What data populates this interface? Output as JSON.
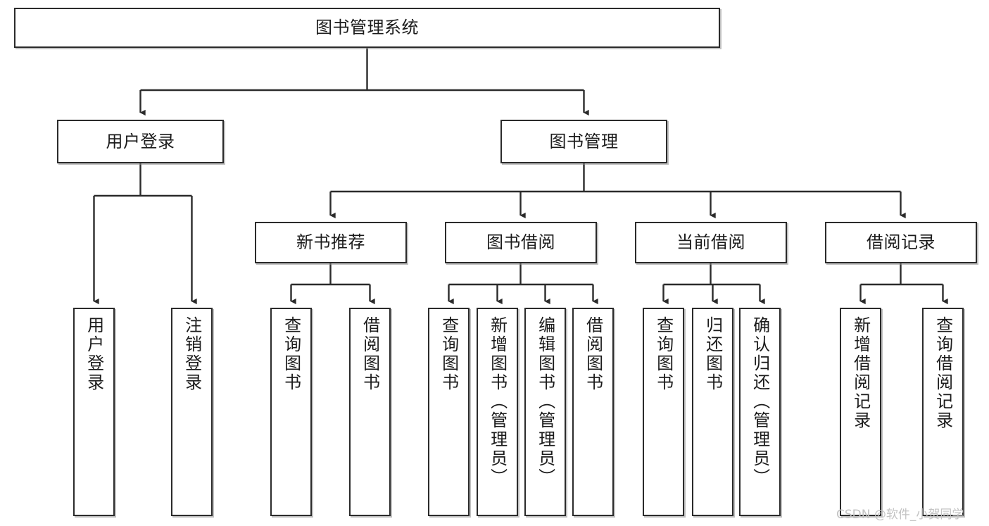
{
  "diagram": {
    "title": "图书管理系统",
    "type": "tree-hierarchy",
    "root": {
      "label": "图书管理系统",
      "name": "root-node"
    },
    "level2": [
      {
        "label": "用户登录",
        "name": "node-user-login"
      },
      {
        "label": "图书管理",
        "name": "node-book-management"
      }
    ],
    "level3": [
      {
        "label": "新书推荐",
        "name": "node-new-book-recommend"
      },
      {
        "label": "图书借阅",
        "name": "node-book-borrow"
      },
      {
        "label": "当前借阅",
        "name": "node-current-borrow"
      },
      {
        "label": "借阅记录",
        "name": "node-borrow-record"
      }
    ],
    "leaves": {
      "user_login": [
        {
          "label": "用户登录",
          "name": "leaf-user-login"
        },
        {
          "label": "注销登录",
          "name": "leaf-logout"
        }
      ],
      "new_book_recommend": [
        {
          "label": "查询图书",
          "name": "leaf-query-book-recommend"
        },
        {
          "label": "借阅图书",
          "name": "leaf-borrow-book-recommend"
        }
      ],
      "book_borrow": [
        {
          "label": "查询图书",
          "name": "leaf-query-book-borrow"
        },
        {
          "label": "新增图书（管理员）",
          "name": "leaf-add-book-admin"
        },
        {
          "label": "编辑图书（管理员）",
          "name": "leaf-edit-book-admin"
        },
        {
          "label": "借阅图书",
          "name": "leaf-borrow-book"
        }
      ],
      "current_borrow": [
        {
          "label": "查询图书",
          "name": "leaf-query-book-current"
        },
        {
          "label": "归还图书",
          "name": "leaf-return-book"
        },
        {
          "label": "确认归还（管理员）",
          "name": "leaf-confirm-return-admin"
        }
      ],
      "borrow_record": [
        {
          "label": "新增借阅记录",
          "name": "leaf-add-borrow-record"
        },
        {
          "label": "查询借阅记录",
          "name": "leaf-query-borrow-record"
        }
      ]
    },
    "colors": {
      "stroke": "#2b2b2b",
      "fill": "#ffffff",
      "text": "#1b1b1b",
      "shadow": "#8c8c8c",
      "watermark": "#c3c3c3"
    }
  },
  "watermark": {
    "text": "CSDN @软件_小贺同学"
  }
}
